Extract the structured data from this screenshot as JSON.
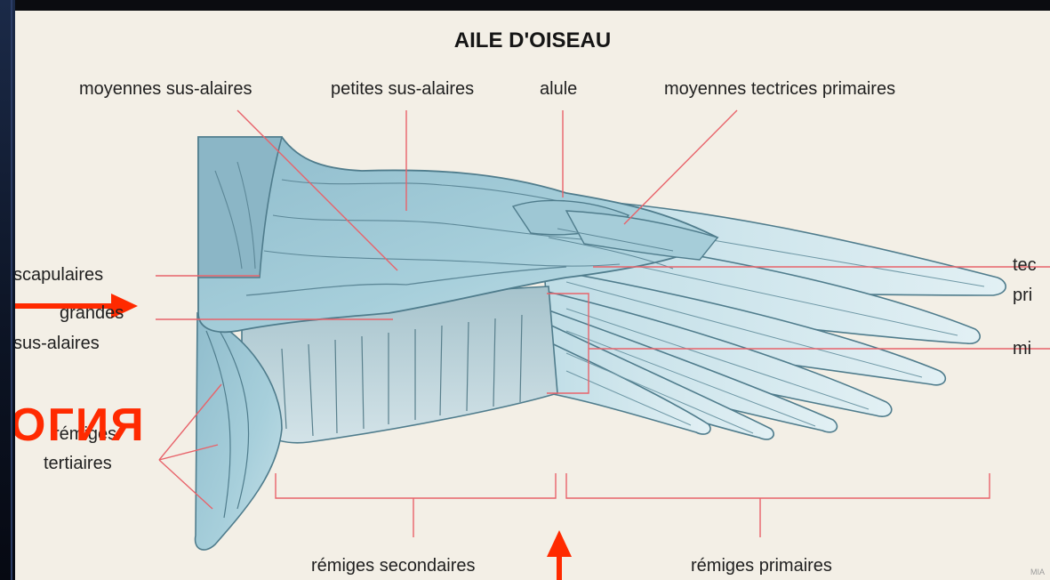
{
  "diagram": {
    "title": "AILE D'OISEAU",
    "labels": {
      "moyennes_sus_alaires": "moyennes sus-alaires",
      "petites_sus_alaires": "petites sus-alaires",
      "alule": "alule",
      "moyennes_tectrices_primaires": "moyennes tectrices primaires",
      "scapulaires": "scapulaires",
      "grandes": "grandes",
      "sus_alaires": "sus-alaires",
      "remiges": "rémiges",
      "tertiaires": "tertiaires",
      "remiges_secondaires": "rémiges secondaires",
      "remiges_primaires": "rémiges primaires",
      "right_cut_1a": "tec",
      "right_cut_1b": "pri",
      "right_cut_2": "mi"
    },
    "overlay_text": "ОГИЯ",
    "watermark": "MIA",
    "colors": {
      "leader_line": "#e8636a",
      "annotation_arrow": "#ff2a00",
      "wing_fill": "#9cc6d4",
      "feather_stroke": "#4f7c8c"
    }
  }
}
